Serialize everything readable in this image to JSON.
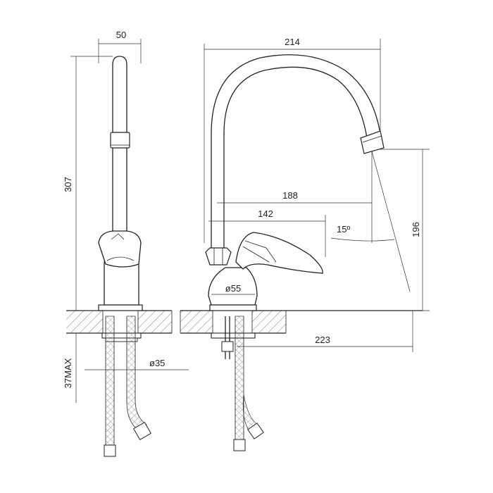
{
  "diagram": {
    "dimensions": {
      "side_width": "50",
      "side_height": "307",
      "side_max_thickness": "37MAX",
      "side_hole_diameter": "ø35",
      "front_width": "214",
      "front_reach_188": "188",
      "front_reach_142": "142",
      "front_angle": "15º",
      "front_height": "196",
      "front_base_diameter": "ø55",
      "front_hose_length": "223"
    }
  }
}
